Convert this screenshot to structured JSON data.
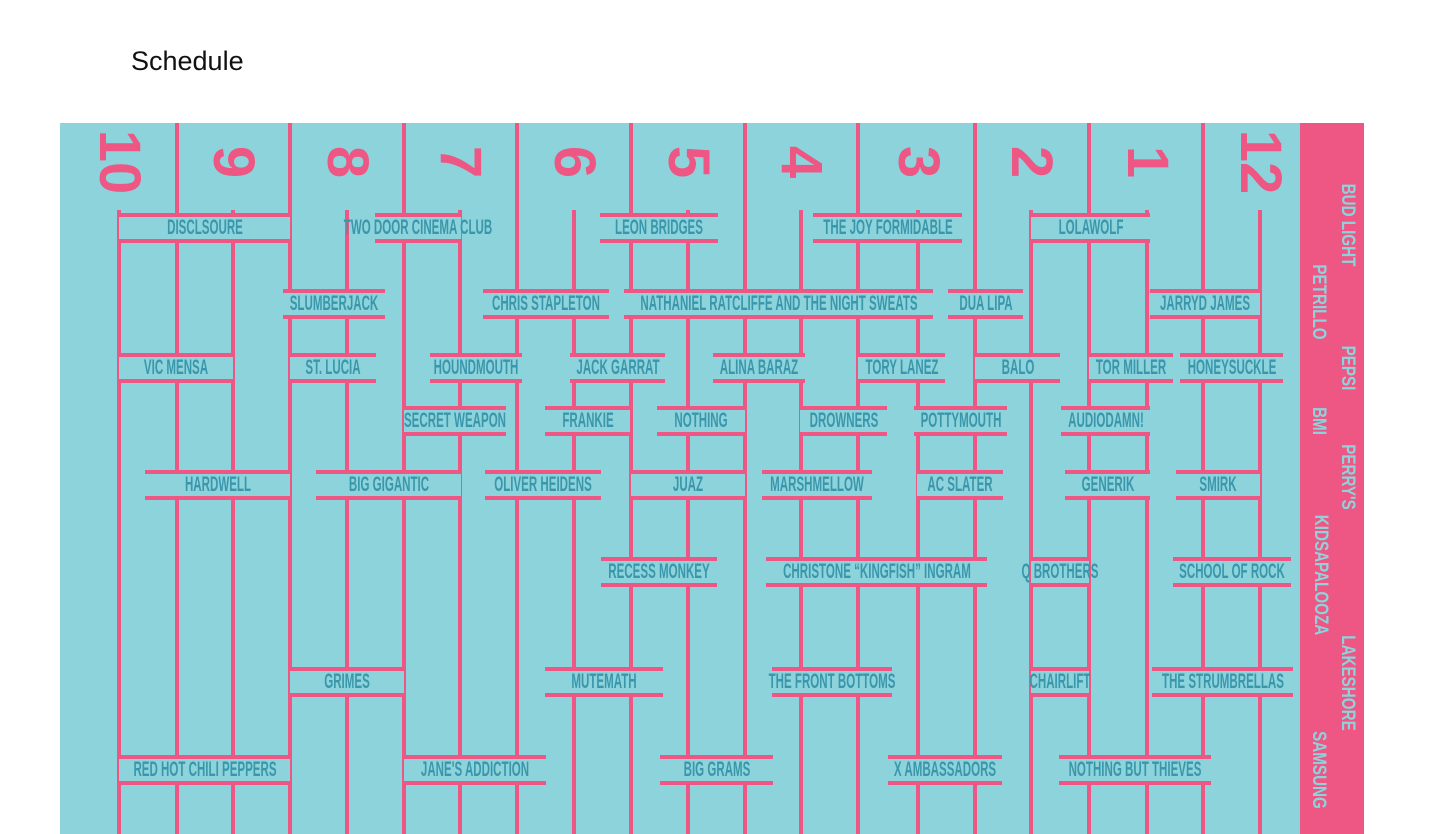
{
  "page_title": "Schedule",
  "colors": {
    "background": "#8dd3dc",
    "accent": "#ee5684",
    "text": "#3a97ab"
  },
  "hours": [
    "10",
    "9",
    "8",
    "7",
    "6",
    "5",
    "4",
    "3",
    "2",
    "1",
    "12"
  ],
  "stages": [
    "BUD LIGHT",
    "PETRILLO",
    "PEPSI",
    "BMI",
    "PERRY'S",
    "KIDSAPALOOZA",
    "LAKESHORE",
    "SAMSUNG"
  ],
  "artists": {
    "bud_light": [
      "DISCLSOURE",
      "TWO DOOR CINEMA CLUB",
      "LEON BRIDGES",
      "THE JOY FORMIDABLE",
      "LOLAWOLF"
    ],
    "petrillo": [
      "SLUMBERJACK",
      "CHRIS STAPLETON",
      "NATHANIEL RATCLIFFE AND THE NIGHT SWEATS",
      "DUA LIPA",
      "JARRYD JAMES"
    ],
    "pepsi": [
      "VIC MENSA",
      "ST. LUCIA",
      "HOUNDMOUTH",
      "JACK GARRAT",
      "ALINA BARAZ",
      "TORY LANEZ",
      "BALO",
      "TOR MILLER",
      "HONEYSUCKLE"
    ],
    "bmi": [
      "SECRET WEAPON",
      "FRANKIE",
      "NOTHING",
      "DROWNERS",
      "POTTYMOUTH",
      "AUDIODAMN!"
    ],
    "perrys": [
      "HARDWELL",
      "BIG GIGANTIC",
      "OLIVER HEIDENS",
      "JUAZ",
      "MARSHMELLOW",
      "AC SLATER",
      "GENERIK",
      "SMIRK"
    ],
    "kidsapalooza": [
      "RECESS MONKEY",
      "CHRISTONE “KINGFISH” INGRAM",
      "Q BROTHERS",
      "SCHOOL OF ROCK"
    ],
    "lakeshore": [
      "GRIMES",
      "MUTEMATH",
      "THE FRONT BOTTOMS",
      "CHAIRLIFT",
      "THE STRUMBRELLAS"
    ],
    "samsung": [
      "RED HOT CHILI PEPPERS",
      "JANE'S ADDICTION",
      "BIG GRAMS",
      "X AMBASSADORS",
      "NOTHING BUT THIEVES"
    ]
  }
}
